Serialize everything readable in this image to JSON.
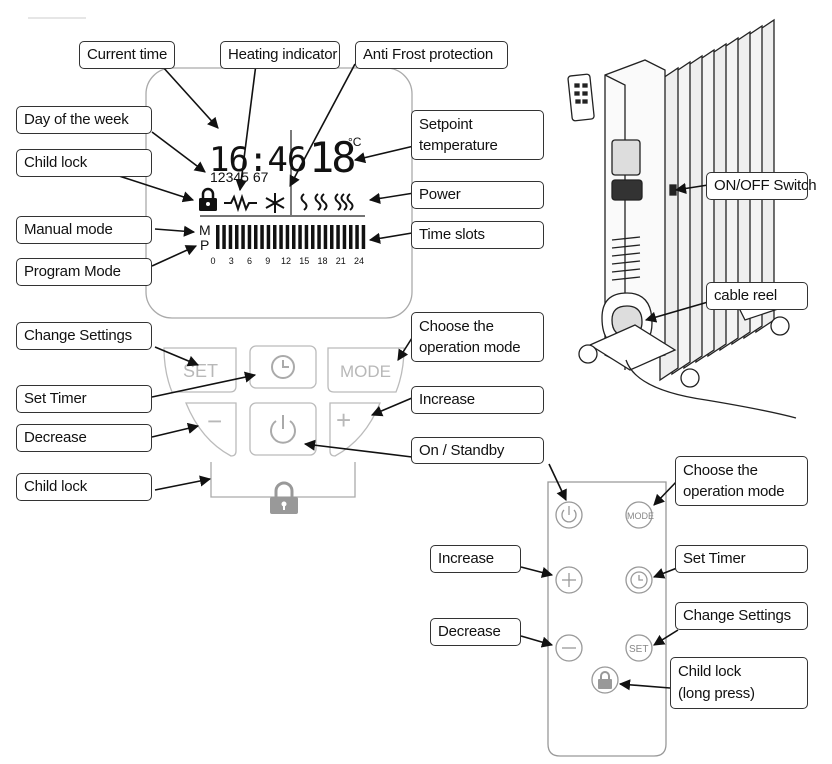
{
  "callouts": {
    "current_time": "Current time",
    "heating_indicator": "Heating indicator",
    "anti_frost": "Anti Frost protection",
    "day_of_week": "Day of the week",
    "child_lock": "Child lock",
    "setpoint_line1": "Setpoint",
    "setpoint_line2": "temperature",
    "power": "Power",
    "manual_mode": "Manual mode",
    "time_slots": "Time slots",
    "program_mode": "Program Mode",
    "change_settings": "Change Settings",
    "choose_mode_line1": "Choose the",
    "choose_mode_line2": "operation mode",
    "set_timer": "Set Timer",
    "increase": "Increase",
    "decrease": "Decrease",
    "on_standby": "On / Standby",
    "child_lock_bottom": "Child lock",
    "onoff_switch": "ON/OFF Switch",
    "cable_reel": "cable reel"
  },
  "remote_callouts": {
    "choose_mode_line1": "Choose the",
    "choose_mode_line2": "operation mode",
    "increase": "Increase",
    "set_timer": "Set Timer",
    "change_settings": "Change Settings",
    "decrease": "Decrease",
    "child_lock_line1": "Child lock",
    "child_lock_line2": "(long press)"
  },
  "lcd": {
    "time": "16:46",
    "days": "12345 67",
    "temperature": "18",
    "unit": "°C",
    "mode_manual": "M",
    "mode_program": "P",
    "hours": [
      "0",
      "3",
      "6",
      "9",
      "12",
      "15",
      "18",
      "21",
      "24"
    ]
  },
  "panel_buttons": {
    "set": "SET",
    "mode": "MODE",
    "minus": "−",
    "plus": "+"
  },
  "remote_buttons": {
    "mode": "MODE",
    "set": "SET"
  }
}
